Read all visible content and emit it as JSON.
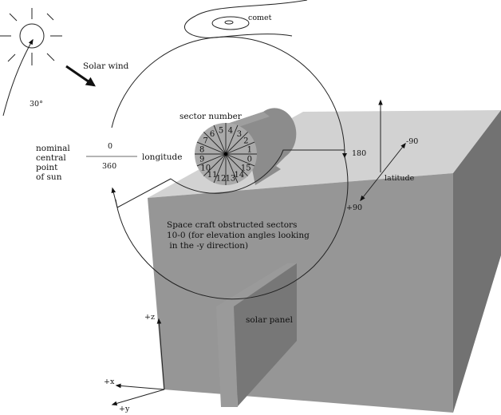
{
  "diagram": {
    "title": "",
    "labels": {
      "solar_wind": "Solar wind",
      "angle_30": "30°",
      "comet": "comet",
      "sector_number": "sector number",
      "nominal_sun": [
        "nominal",
        "central",
        "point",
        "of sun"
      ],
      "longitude_0": "0",
      "longitude_360": "360",
      "longitude": "longitude",
      "longitude_180": "180",
      "latitude": "latitude",
      "latitude_minus90": "-90",
      "latitude_plus90": "+90",
      "obstructed_note": [
        "Space craft obstructed sectors",
        "10-0 (for elevation angles looking",
        " in the -y direction)"
      ],
      "solar_panel": "solar panel",
      "axis_z": "+z",
      "axis_x": "+x",
      "axis_y": "+y"
    },
    "sectors": {
      "count": 16,
      "order_clockwise_from_top": [
        "4",
        "3",
        "2",
        "1",
        "0",
        "15",
        "14",
        "13",
        "12",
        "11",
        "10",
        "9",
        "8",
        "7",
        "6",
        "5"
      ]
    },
    "obstructed_sectors_range": "10-0",
    "colors": {
      "box_top": "#d2d2d2",
      "box_front": "#969696",
      "box_side": "#727272",
      "cylinder_face": "#aaaaaa",
      "cylinder_body": "#8c8c8c",
      "panel_face": "#777777",
      "panel_edge": "#9a9a9a",
      "ink": "#111111"
    }
  }
}
